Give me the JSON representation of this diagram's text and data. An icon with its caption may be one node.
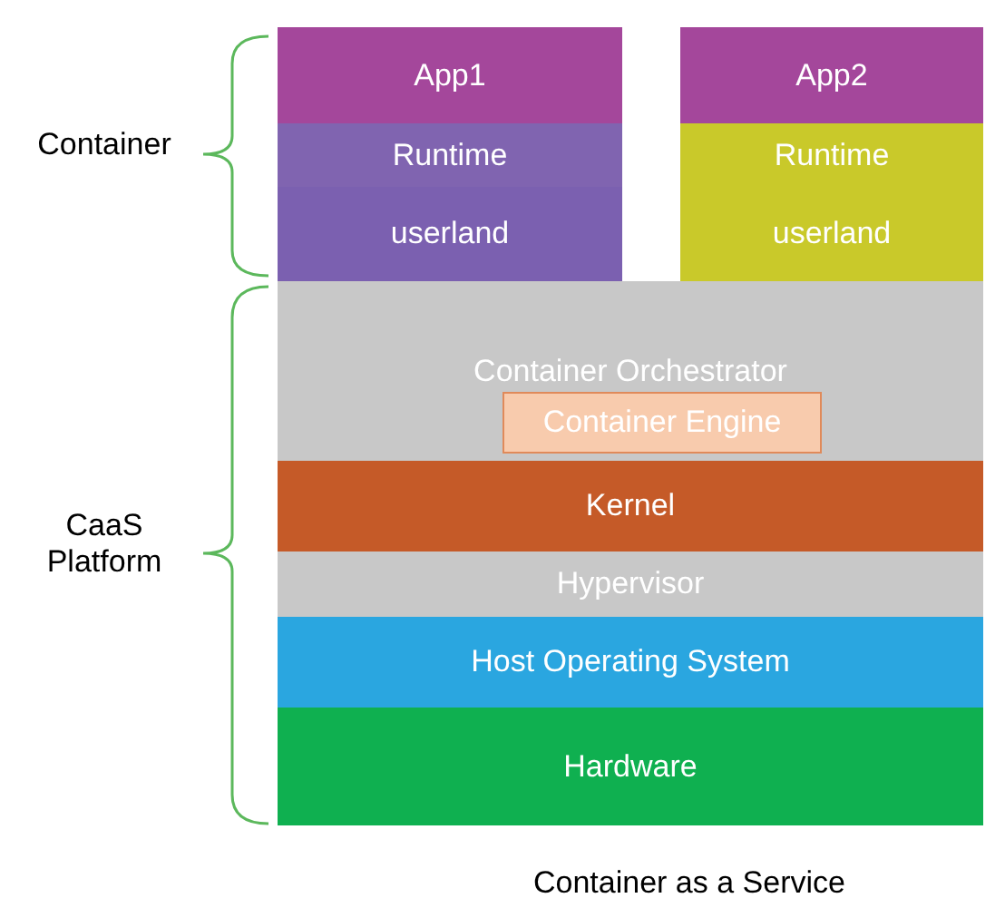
{
  "diagram": {
    "caption": "Container as a Service",
    "nodes": [
      {
        "text": [
          "App1"
        ]
      },
      {
        "text": [
          "Runtime"
        ]
      },
      {
        "text": [
          "userland"
        ]
      },
      {
        "text": [
          "App2"
        ]
      },
      {
        "text": [
          "Runtime"
        ]
      },
      {
        "text": [
          "userland"
        ]
      },
      {
        "text": [
          "Container Orchestrator"
        ]
      },
      {
        "text": [
          "Container Engine"
        ],
        "in": 6
      },
      {
        "text": [
          "Kernel"
        ]
      },
      {
        "text": [
          "Hypervisor"
        ]
      },
      {
        "text": [
          "Host Operating System"
        ]
      },
      {
        "text": [
          "Hardware"
        ]
      }
    ],
    "edges": [],
    "labels": [
      "Container",
      "CaaS Platform"
    ]
  }
}
